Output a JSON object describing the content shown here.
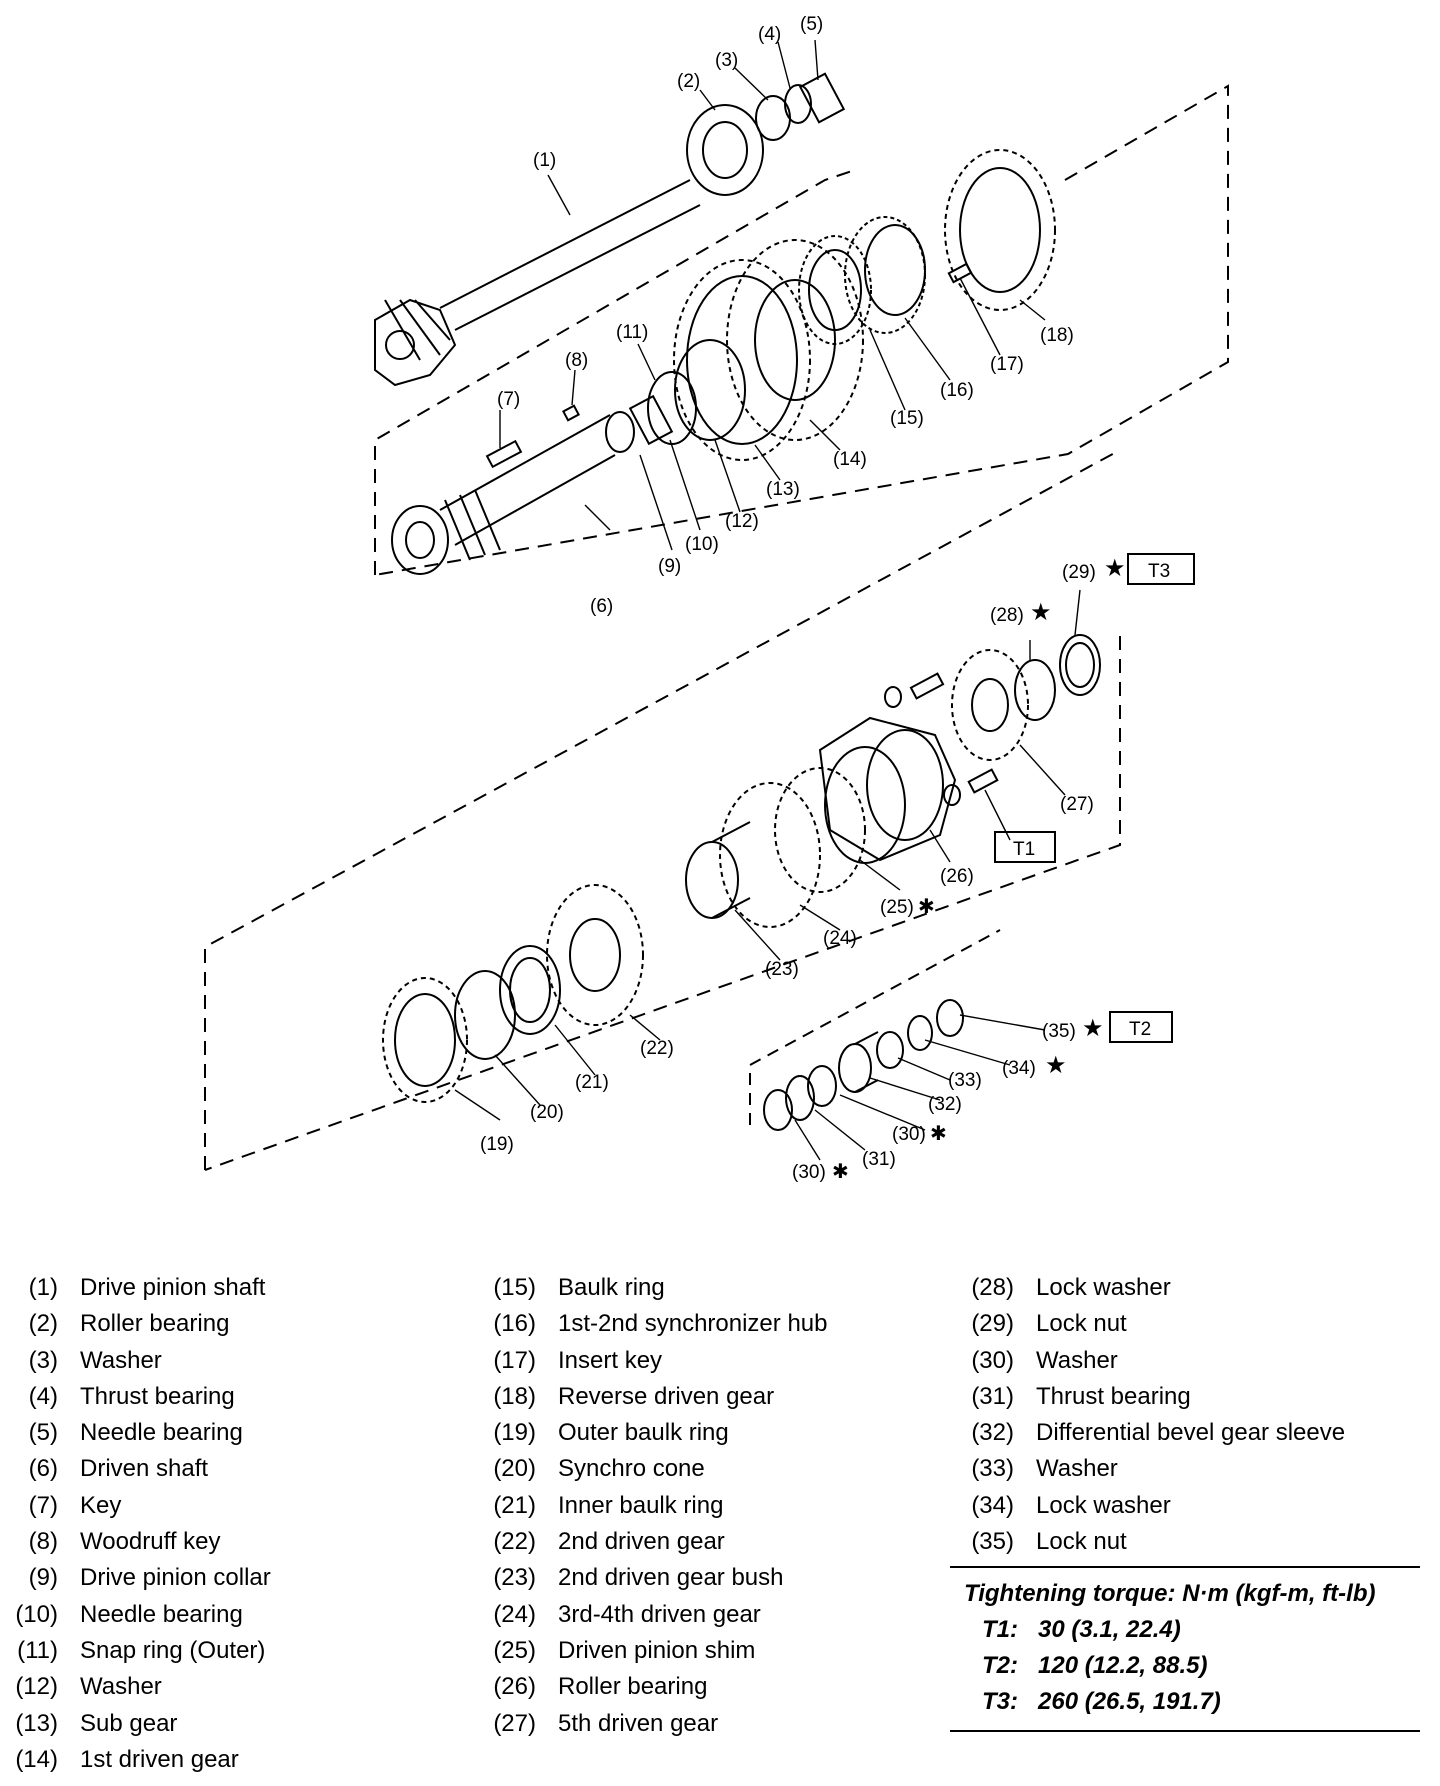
{
  "callouts": {
    "c1": "(1)",
    "c2": "(2)",
    "c3": "(3)",
    "c4": "(4)",
    "c5": "(5)",
    "c6": "(6)",
    "c7": "(7)",
    "c8": "(8)",
    "c9": "(9)",
    "c10": "(10)",
    "c11": "(11)",
    "c12": "(12)",
    "c13": "(13)",
    "c14": "(14)",
    "c15": "(15)",
    "c16": "(16)",
    "c17": "(17)",
    "c18": "(18)",
    "c19": "(19)",
    "c20": "(20)",
    "c21": "(21)",
    "c22": "(22)",
    "c23": "(23)",
    "c24": "(24)",
    "c25": "(25)",
    "c26": "(26)",
    "c27": "(27)",
    "c28": "(28)",
    "c29": "(29)",
    "c30a": "(30)",
    "c30b": "(30)",
    "c31": "(31)",
    "c32": "(32)",
    "c33": "(33)",
    "c34": "(34)",
    "c35": "(35)"
  },
  "marks": {
    "star": "★",
    "asterisk": "✱"
  },
  "torque_tags": {
    "t1": "T1",
    "t2": "T2",
    "t3": "T3"
  },
  "legend": {
    "col1": [
      {
        "num": "(1)",
        "name": "Drive pinion shaft"
      },
      {
        "num": "(2)",
        "name": "Roller bearing"
      },
      {
        "num": "(3)",
        "name": "Washer"
      },
      {
        "num": "(4)",
        "name": "Thrust bearing"
      },
      {
        "num": "(5)",
        "name": "Needle bearing"
      },
      {
        "num": "(6)",
        "name": "Driven shaft"
      },
      {
        "num": "(7)",
        "name": "Key"
      },
      {
        "num": "(8)",
        "name": "Woodruff key"
      },
      {
        "num": "(9)",
        "name": "Drive pinion collar"
      },
      {
        "num": "(10)",
        "name": "Needle bearing"
      },
      {
        "num": "(11)",
        "name": "Snap ring (Outer)"
      },
      {
        "num": "(12)",
        "name": "Washer"
      },
      {
        "num": "(13)",
        "name": "Sub gear"
      },
      {
        "num": "(14)",
        "name": "1st driven gear"
      }
    ],
    "col2": [
      {
        "num": "(15)",
        "name": "Baulk ring"
      },
      {
        "num": "(16)",
        "name": "1st-2nd synchronizer hub"
      },
      {
        "num": "(17)",
        "name": "Insert key"
      },
      {
        "num": "(18)",
        "name": "Reverse driven gear"
      },
      {
        "num": "(19)",
        "name": "Outer baulk ring"
      },
      {
        "num": "(20)",
        "name": "Synchro cone"
      },
      {
        "num": "(21)",
        "name": "Inner baulk ring"
      },
      {
        "num": "(22)",
        "name": "2nd driven gear"
      },
      {
        "num": "(23)",
        "name": "2nd driven gear bush"
      },
      {
        "num": "(24)",
        "name": "3rd-4th driven gear"
      },
      {
        "num": "(25)",
        "name": "Driven pinion shim"
      },
      {
        "num": "(26)",
        "name": "Roller bearing"
      },
      {
        "num": "(27)",
        "name": "5th driven gear"
      }
    ],
    "col3": [
      {
        "num": "(28)",
        "name": "Lock washer"
      },
      {
        "num": "(29)",
        "name": "Lock nut"
      },
      {
        "num": "(30)",
        "name": "Washer"
      },
      {
        "num": "(31)",
        "name": "Thrust bearing"
      },
      {
        "num": "(32)",
        "name": "Differential bevel gear sleeve"
      },
      {
        "num": "(33)",
        "name": "Washer"
      },
      {
        "num": "(34)",
        "name": "Lock washer"
      },
      {
        "num": "(35)",
        "name": "Lock nut"
      }
    ]
  },
  "torque": {
    "title": "Tightening torque: N·m (kgf-m, ft-lb)",
    "rows": [
      {
        "key": "T1:",
        "value": "30 (3.1, 22.4)"
      },
      {
        "key": "T2:",
        "value": "120 (12.2, 88.5)"
      },
      {
        "key": "T3:",
        "value": "260 (26.5, 191.7)"
      }
    ]
  }
}
